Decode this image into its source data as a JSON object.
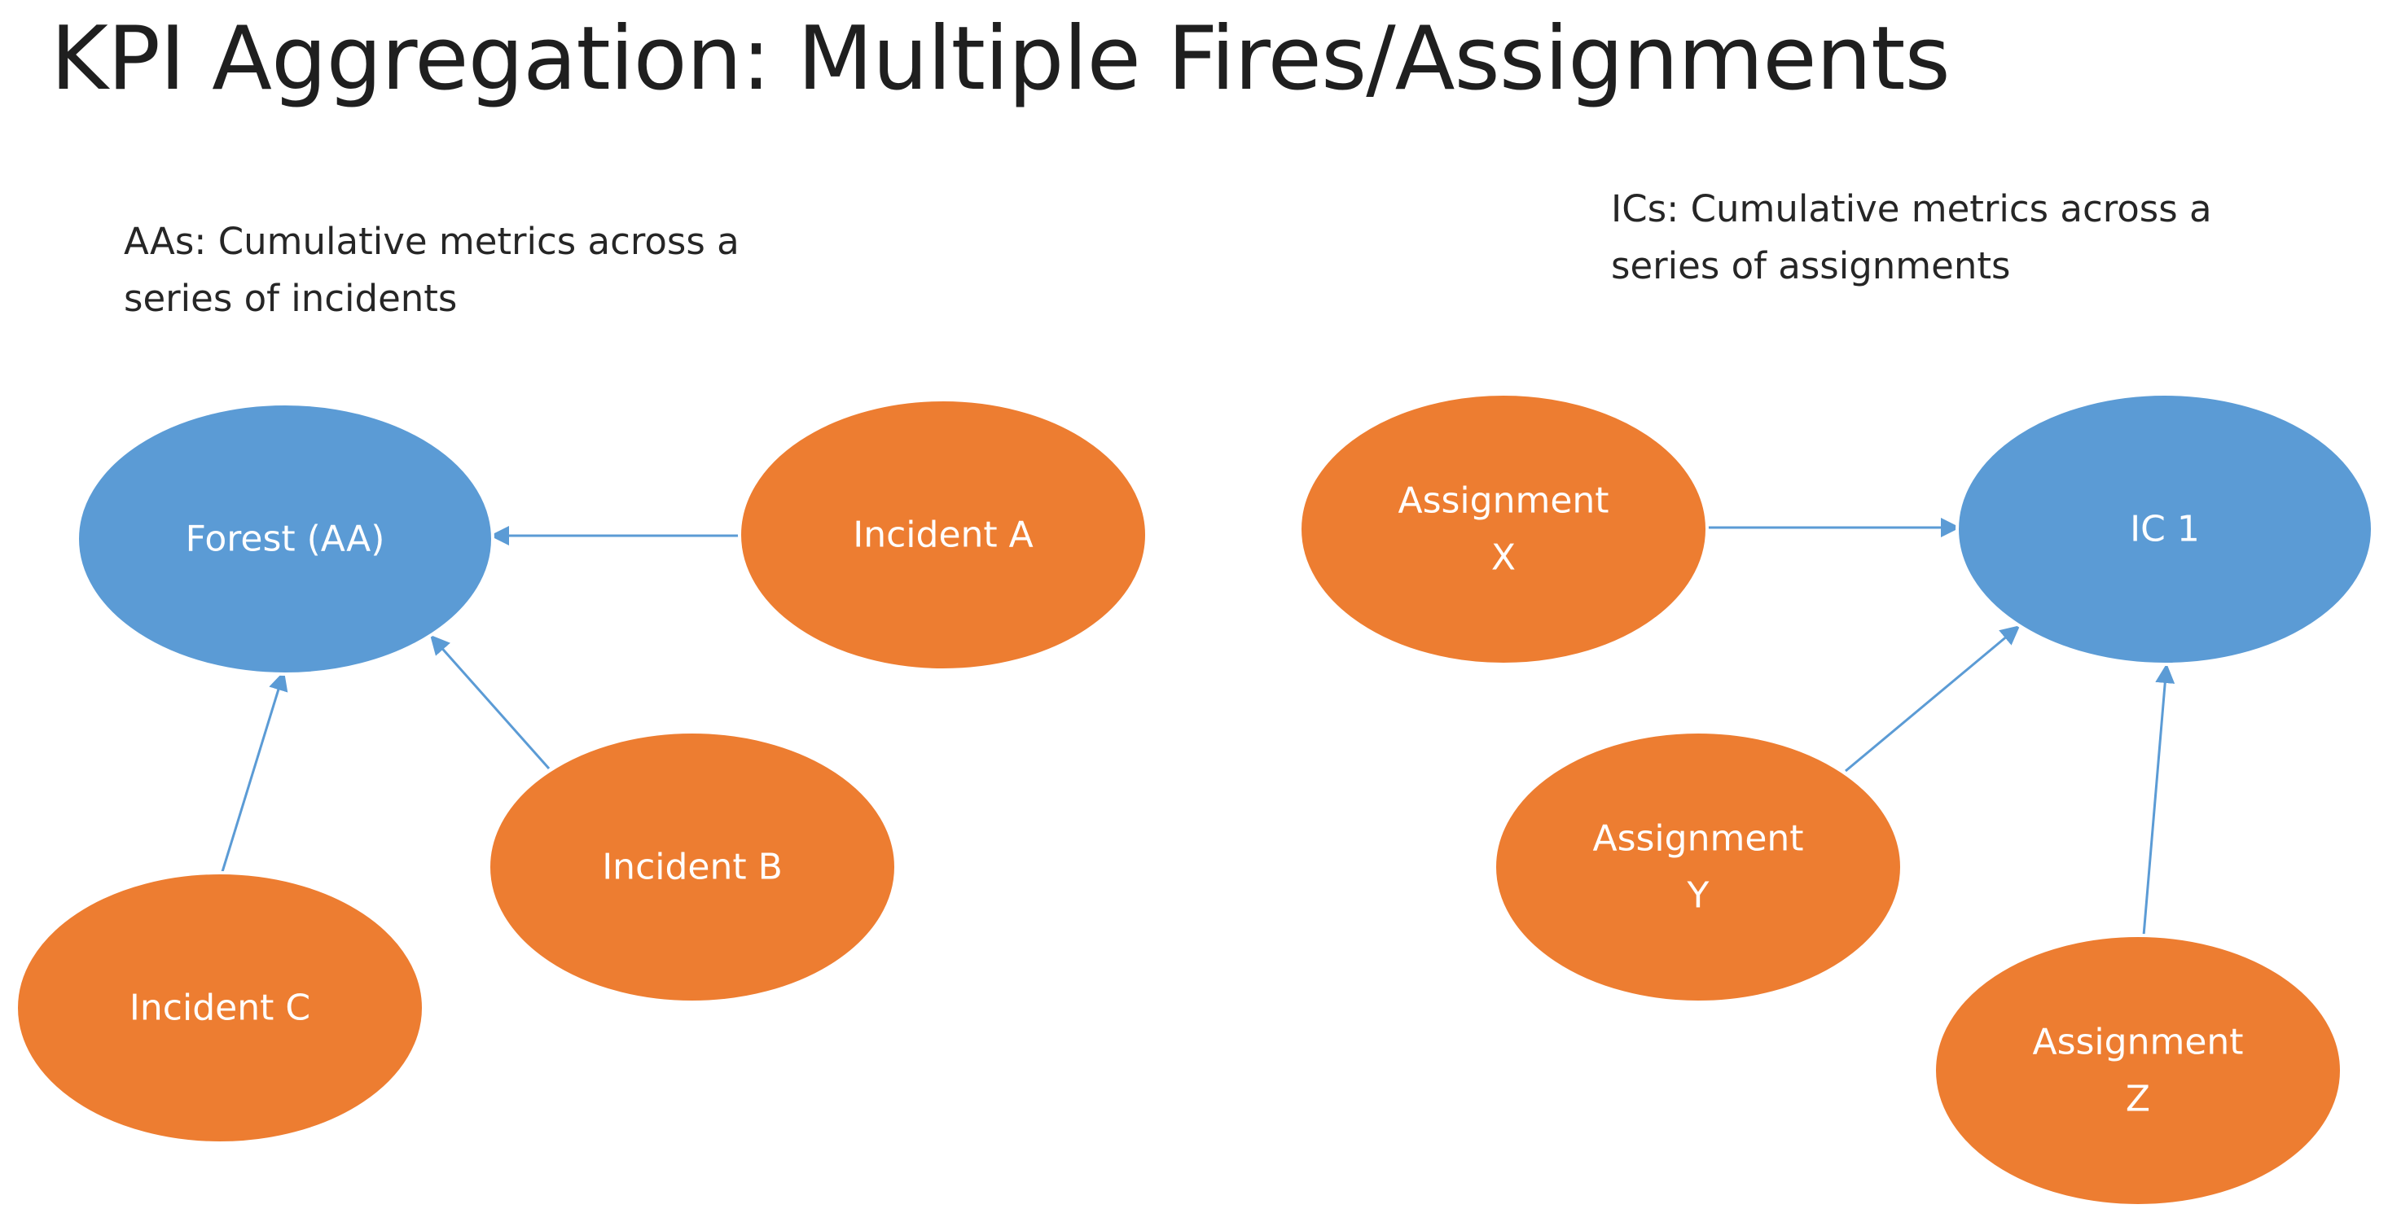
{
  "title": "KPI Aggregation: Multiple Fires/Assignments",
  "captions": {
    "left": [
      "AAs: Cumulative metrics across a",
      "series of incidents"
    ],
    "right": [
      "ICs: Cumulative metrics across a",
      "series of assignments"
    ]
  },
  "colors": {
    "aggregate_node": "#5b9bd5",
    "source_node": "#ed7d31",
    "edge": "#5b9bd5",
    "node_outline": "#ffffff",
    "text": "#ffffff"
  },
  "nodes": [
    {
      "id": "forest",
      "lines": [
        "Forest (AA)"
      ],
      "kind": "aggregate"
    },
    {
      "id": "incident-a",
      "lines": [
        "Incident A"
      ],
      "kind": "source"
    },
    {
      "id": "incident-b",
      "lines": [
        "Incident B"
      ],
      "kind": "source"
    },
    {
      "id": "incident-c",
      "lines": [
        "Incident C"
      ],
      "kind": "source"
    },
    {
      "id": "ic1",
      "lines": [
        "IC 1"
      ],
      "kind": "aggregate"
    },
    {
      "id": "assignment-x",
      "lines": [
        "Assignment",
        "X"
      ],
      "kind": "source"
    },
    {
      "id": "assignment-y",
      "lines": [
        "Assignment",
        "Y"
      ],
      "kind": "source"
    },
    {
      "id": "assignment-z",
      "lines": [
        "Assignment",
        "Z"
      ],
      "kind": "source"
    }
  ],
  "edges": [
    {
      "from": "incident-a",
      "to": "forest"
    },
    {
      "from": "incident-b",
      "to": "forest"
    },
    {
      "from": "incident-c",
      "to": "forest"
    },
    {
      "from": "assignment-x",
      "to": "ic1"
    },
    {
      "from": "assignment-y",
      "to": "ic1"
    },
    {
      "from": "assignment-z",
      "to": "ic1"
    }
  ]
}
